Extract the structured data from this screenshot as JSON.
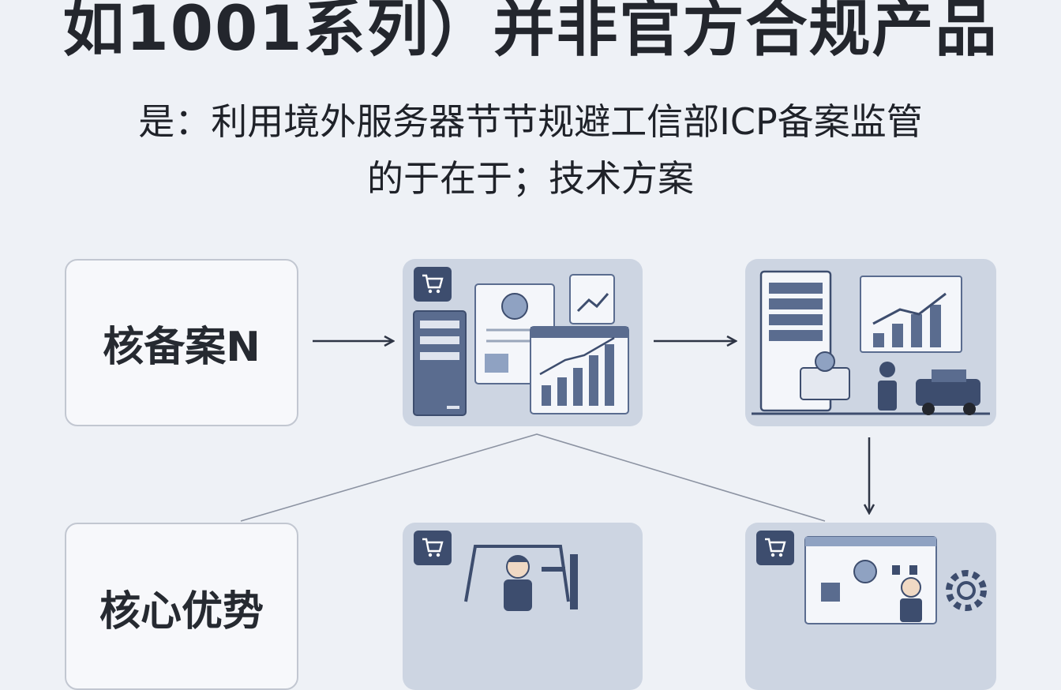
{
  "header": {
    "title": "如1001系列）并非官方合规产品",
    "subtitle_line1": "是：利用境外服务器节节规避工信部ICP备案监管",
    "subtitle_line2": "的于在于；技术方案"
  },
  "flow": {
    "box1_label": "核备案N",
    "box2_label": "核心优势"
  },
  "icons": [
    "cart-icon",
    "server-icon",
    "chart-icon",
    "document-icon",
    "person-icon",
    "forklift-icon",
    "gear-icon"
  ],
  "colors": {
    "background": "#eef1f6",
    "panel": "#cdd5e2",
    "icon_dark": "#3d4d6e",
    "icon_mid": "#6b7ea3",
    "arrow": "#2e3545"
  }
}
